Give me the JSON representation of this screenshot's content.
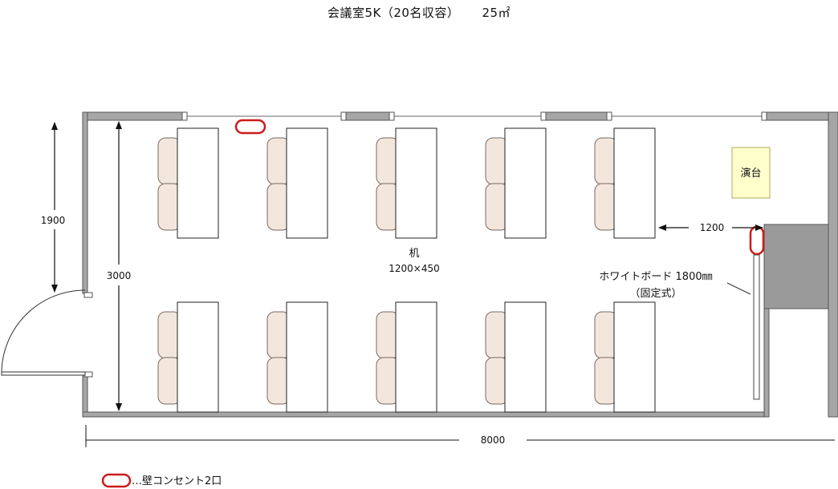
{
  "title": {
    "room_name": "会議室5K（20名収容）",
    "area": "25㎡"
  },
  "labels": {
    "desk_name": "机",
    "desk_size": "1200×450",
    "stage": "演台",
    "whiteboard_name": "ホワイトボード 1800㎜",
    "whiteboard_note": "（固定式）"
  },
  "dimensions": {
    "room_width": "8000",
    "room_depth": "3000",
    "door_offset": "1900",
    "aisle_width": "1200"
  },
  "legend": {
    "outlet_label": "…壁コンセント2口"
  },
  "colors": {
    "wall_fill": "#a6a6a6",
    "wall_stroke": "#555555",
    "chair_fill": "#f3e6dc",
    "chair_stroke": "#7a6a60",
    "stage_fill": "#ffffcc",
    "stage_stroke": "#b0a860",
    "outlet_stroke": "#cc1a1a",
    "pillar_fill": "#9a9a9a"
  }
}
